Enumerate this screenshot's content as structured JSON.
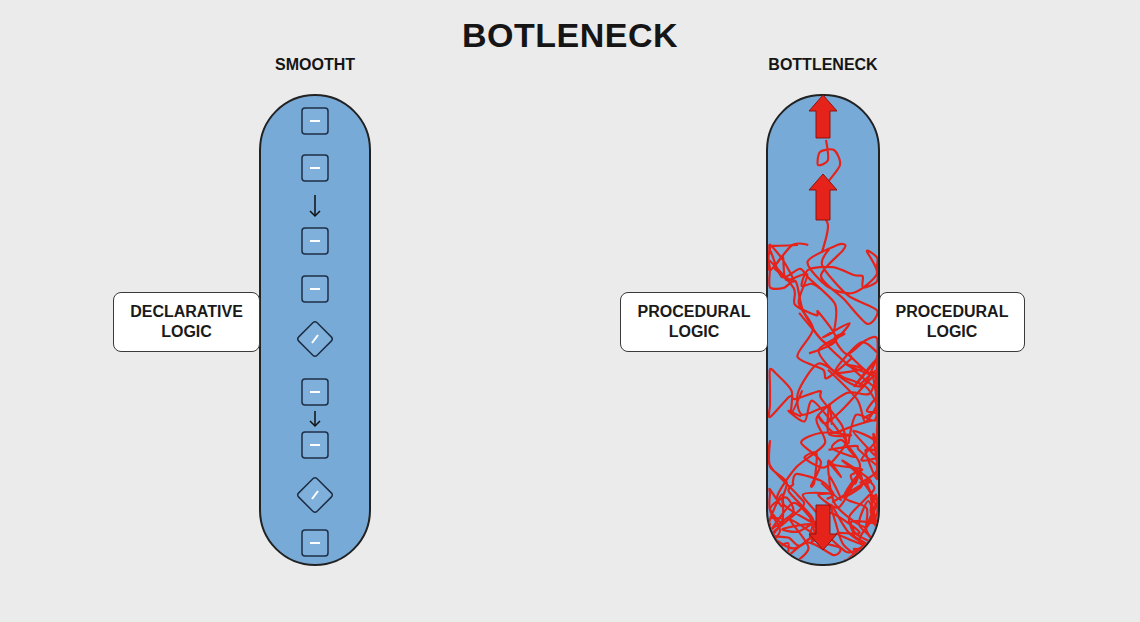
{
  "diagram": {
    "title": "BOTLENECK",
    "nodes": [
      {
        "text": [
          "DECLARATIVE LOGIC"
        ]
      },
      {
        "text": [
          "PROCEDURAL LOGIC"
        ]
      },
      {
        "text": [
          "PROCEDURAL LOGIC"
        ]
      }
    ],
    "labels": [
      "SMOOTHT",
      "BOTTLENECK"
    ]
  }
}
